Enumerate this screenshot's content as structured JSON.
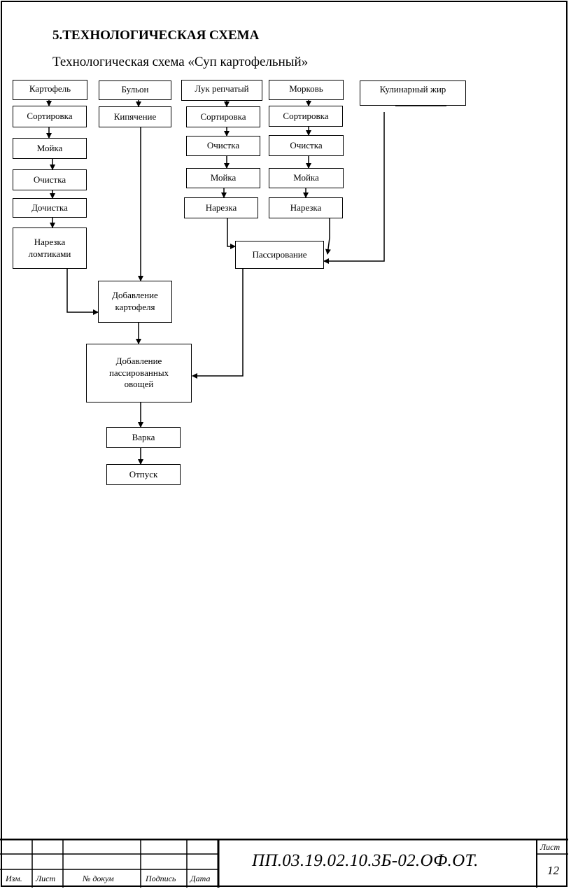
{
  "heading": "5.ТЕХНОЛОГИЧЕСКАЯ СХЕМА",
  "subheading": "Технологическая схема «Суп картофельный»",
  "nodes": {
    "potato": "Картофель",
    "potato_sort": "Сортировка",
    "potato_wash": "Мойка",
    "potato_clean": "Очистка",
    "potato_reclean": "Дочистка",
    "potato_cut": "Нарезка ломтиками",
    "broth": "Бульон",
    "broth_boil": "Кипячение",
    "onion": "Лук репчатый",
    "onion_sort": "Сортировка",
    "onion_clean": "Очистка",
    "onion_wash": "Мойка",
    "onion_cut": "Нарезка",
    "carrot": "Морковь",
    "carrot_sort": "Сортировка",
    "carrot_clean": "Очистка",
    "carrot_wash": "Мойка",
    "carrot_cut": "Нарезка",
    "fat": "Кулинарный жир",
    "saute": "Пассирование",
    "add_potato": "Добавление картофеля",
    "add_sauteed": "Добавление пассированных овощей",
    "cook": "Варка",
    "serve": "Отпуск"
  },
  "title_block": {
    "col_change": "Изм.",
    "col_sheet": "Лист",
    "col_doc": "№ докум",
    "col_sign": "Подпись",
    "col_date": "Дата",
    "doc_code": "ПП.03.19.02.10.3Б-02.ОФ.ОТ.",
    "sheet_label": "Лист",
    "sheet_number": "12"
  }
}
